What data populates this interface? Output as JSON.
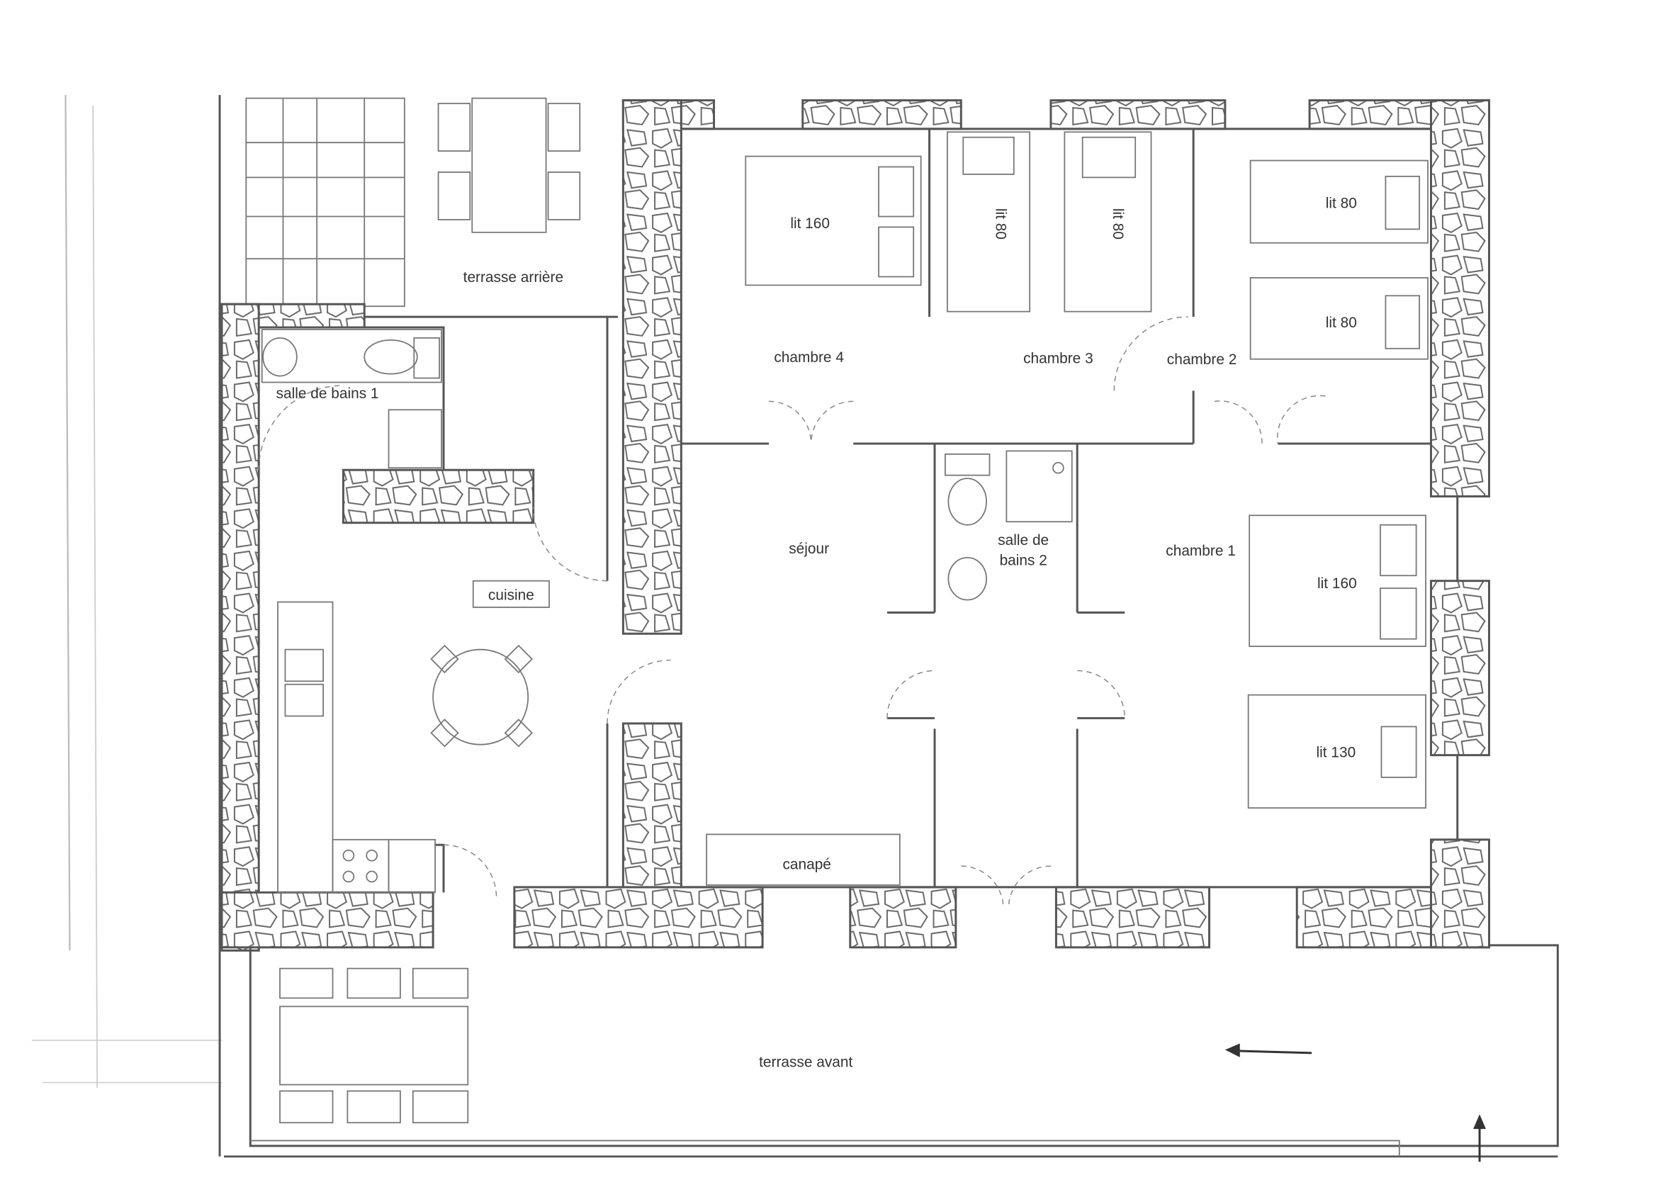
{
  "rooms": {
    "back_terrace": "terrasse arrière",
    "bathroom_1": "salle de bains 1",
    "bedroom_4": "chambre 4",
    "bedroom_3": "chambre 3",
    "bedroom_2": "chambre 2",
    "living": "séjour",
    "bathroom_2_line1": "salle de",
    "bathroom_2_line2": "bains 2",
    "bedroom_1": "chambre 1",
    "kitchen": "cuisine",
    "front_terrace": "terrasse avant"
  },
  "furniture": {
    "sofa": "canapé",
    "bed_ch4": "lit 160",
    "bed_ch3_a": "lit 80",
    "bed_ch3_b": "lit 80",
    "bed_ch2_a": "lit 80",
    "bed_ch2_b": "lit 80",
    "bed_ch1_a": "lit 160",
    "bed_ch1_b": "lit 130"
  },
  "colors": {
    "line": "#555555",
    "background": "#ffffff"
  }
}
